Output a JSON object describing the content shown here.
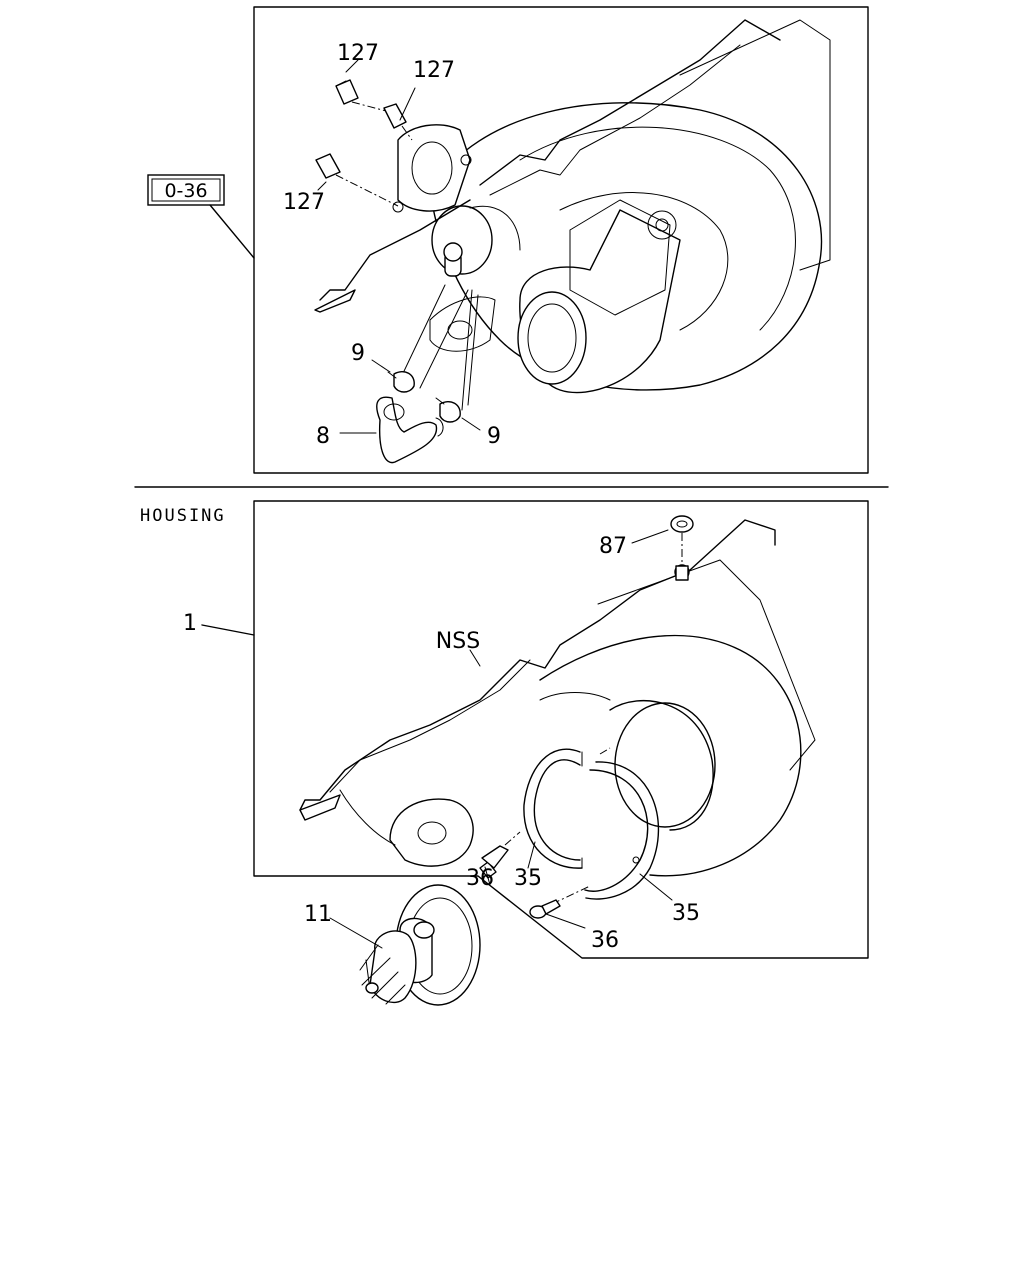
{
  "upper": {
    "ref_box": "0-36",
    "labels": {
      "stud_a": "127",
      "stud_b": "127",
      "stud_c": "127",
      "clamp_a": "9",
      "clamp_b": "9",
      "hose": "8"
    }
  },
  "lower": {
    "section_title": "HOUSING",
    "labels": {
      "assembly": "1",
      "nss": "NSS",
      "plug": "87",
      "bolt_a": "36",
      "ring_a": "35",
      "plate_b": "35",
      "bolt_b": "36",
      "cartridge": "11"
    }
  }
}
